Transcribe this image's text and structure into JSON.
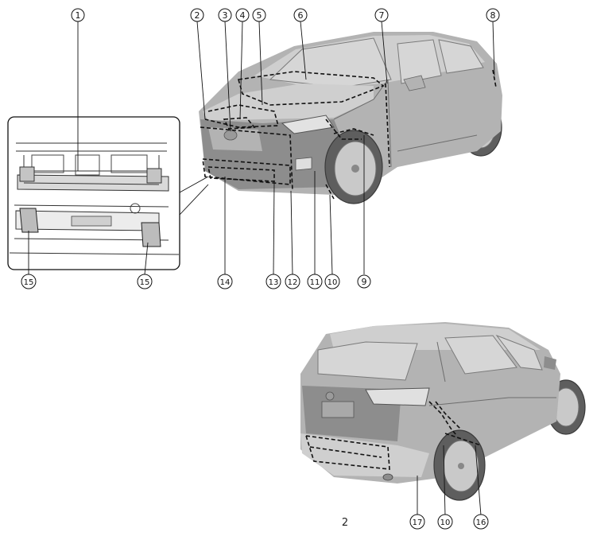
{
  "callouts_front": [
    {
      "id": "c1",
      "label": "1"
    },
    {
      "id": "c2",
      "label": "2"
    },
    {
      "id": "c3",
      "label": "3"
    },
    {
      "id": "c4",
      "label": "4"
    },
    {
      "id": "c5",
      "label": "5"
    },
    {
      "id": "c6",
      "label": "6"
    },
    {
      "id": "c7",
      "label": "7"
    },
    {
      "id": "c8",
      "label": "8"
    },
    {
      "id": "c9",
      "label": "9"
    },
    {
      "id": "c10",
      "label": "10"
    },
    {
      "id": "c11",
      "label": "11"
    },
    {
      "id": "c12",
      "label": "12"
    },
    {
      "id": "c13",
      "label": "13"
    },
    {
      "id": "c14",
      "label": "14"
    },
    {
      "id": "c15a",
      "label": "15"
    },
    {
      "id": "c15b",
      "label": "15"
    }
  ],
  "callouts_rear": [
    {
      "id": "c17",
      "label": "17"
    },
    {
      "id": "c10r",
      "label": "10"
    },
    {
      "id": "c16",
      "label": "16"
    }
  ],
  "stray_mark": "2",
  "colors": {
    "ink": "#111111",
    "body": "#b3b3b3",
    "shadow": "#8d8d8d",
    "highlight": "#cfcfcf"
  }
}
